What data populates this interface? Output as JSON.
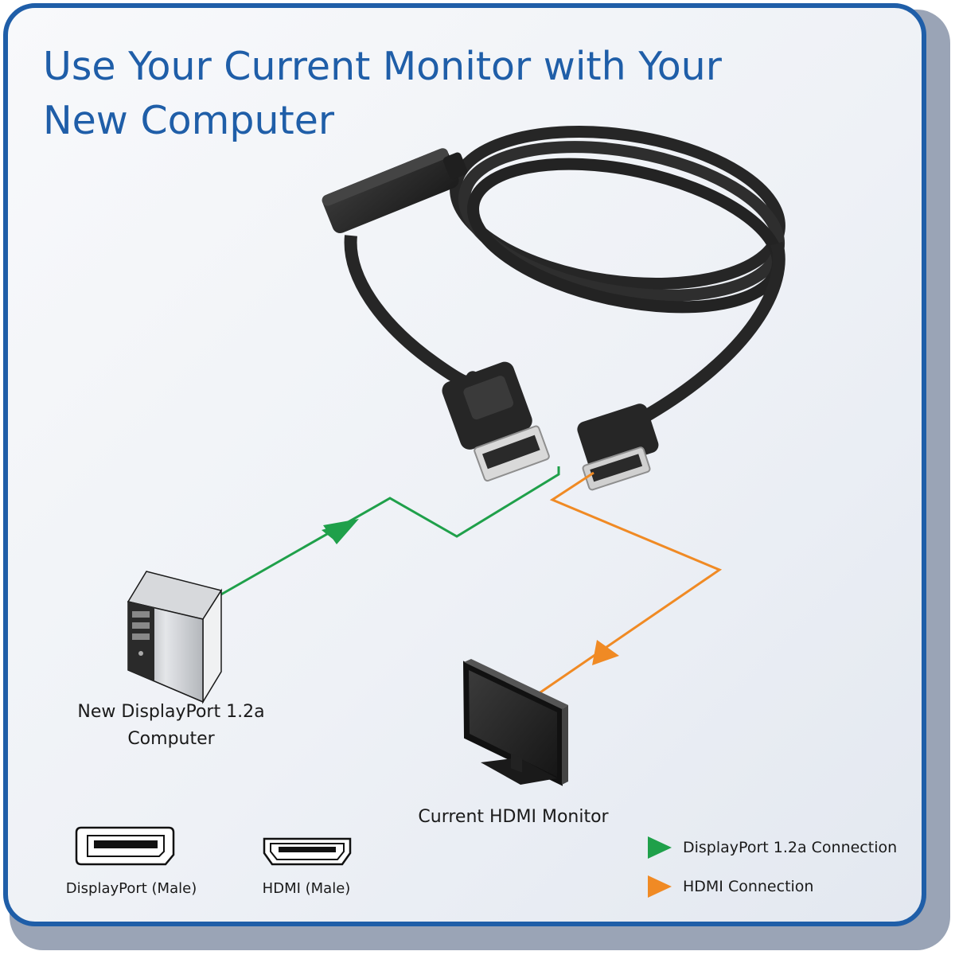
{
  "title": {
    "line1": "Use Your Current Monitor with Your",
    "line2": "New Computer"
  },
  "labels": {
    "computer_line1": "New DisplayPort 1.2a",
    "computer_line2": "Computer",
    "monitor": "Current HDMI Monitor",
    "displayport_male": "DisplayPort (Male)",
    "hdmi_male": "HDMI (Male)"
  },
  "legend": {
    "items": [
      {
        "label": "DisplayPort 1.2a Connection",
        "color": "#1fa04a"
      },
      {
        "label": "HDMI Connection",
        "color": "#f08a24"
      }
    ]
  },
  "colors": {
    "brand": "#1f5ea8",
    "displayport_line": "#1fa04a",
    "hdmi_line": "#f08a24",
    "cable": "#2a2a2a"
  },
  "icons": [
    "cable-image",
    "computer-tower-icon",
    "monitor-icon",
    "displayport-connector-icon",
    "hdmi-connector-icon"
  ]
}
